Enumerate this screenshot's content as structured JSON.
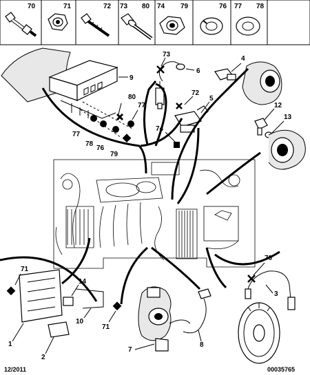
{
  "header_parts": [
    {
      "ref": "70"
    },
    {
      "ref": "71"
    },
    {
      "ref": "72"
    },
    {
      "ref": "73"
    },
    {
      "ref": "80"
    },
    {
      "ref": "74"
    },
    {
      "ref": "79"
    },
    {
      "ref": "76"
    },
    {
      "ref": "77"
    },
    {
      "ref": "78"
    }
  ],
  "callouts": {
    "c1": "1",
    "c2": "2",
    "c3": "3",
    "c4": "4",
    "c5": "5",
    "c6": "6",
    "c7": "7",
    "c8": "8",
    "c9": "9",
    "c10": "10",
    "c12": "12",
    "c13": "13",
    "c14": "14",
    "c70": "70",
    "c71a": "71",
    "c71b": "71",
    "c72": "72",
    "c73": "73",
    "c74": "74",
    "c76": "76",
    "c77a": "77",
    "c77b": "77",
    "c78": "78",
    "c79": "79",
    "c80": "80"
  },
  "footer": {
    "date": "12/2011",
    "doc_number": "00035765"
  }
}
